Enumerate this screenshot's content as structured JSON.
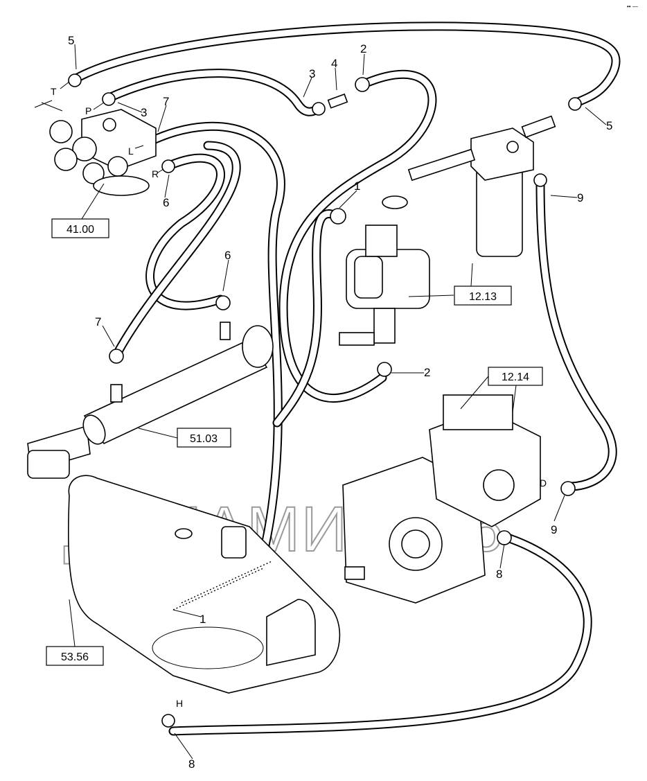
{
  "watermark": "ДИНАМИКА76",
  "corner_mark": "•• —",
  "ref_boxes": {
    "valve": "41.00",
    "filter": "12.13",
    "pump": "12.14",
    "cylinder": "51.03",
    "tank": "53.56"
  },
  "port_letters": {
    "t": "T",
    "p": "P",
    "l": "L",
    "r": "R",
    "d": "D",
    "h": "H"
  },
  "callouts": {
    "c5a": "5",
    "c5b": "5",
    "c2a": "2",
    "c2b": "2",
    "c3a": "3",
    "c3b": "3",
    "c4": "4",
    "c7a": "7",
    "c7b": "7",
    "c6a": "6",
    "c6b": "6",
    "c1a": "1",
    "c1b": "1",
    "c9a": "9",
    "c9b": "9",
    "c8a": "8",
    "c8b": "8"
  }
}
